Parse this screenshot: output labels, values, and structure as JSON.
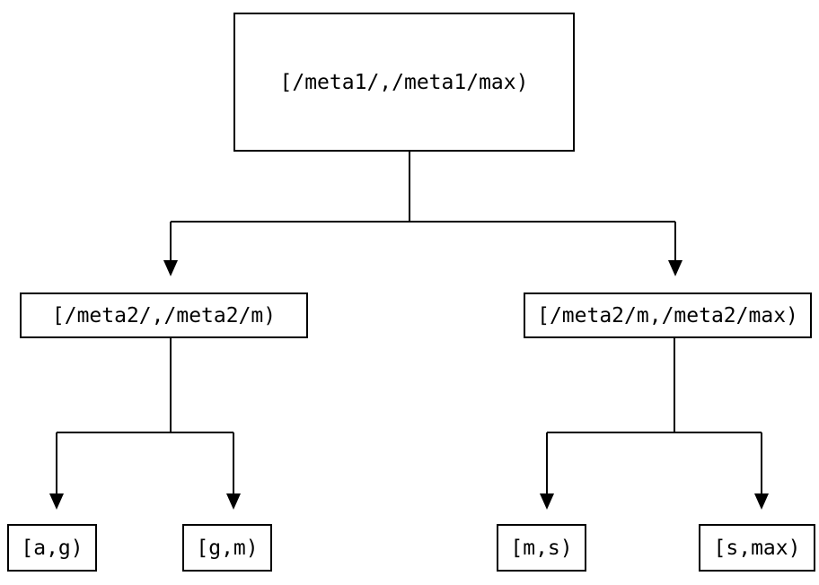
{
  "diagram": {
    "type": "tree",
    "colors": {
      "line": "#000000",
      "text": "#000000",
      "background": "#ffffff"
    },
    "nodes": {
      "root": {
        "label": "[/meta1/,/meta1/max)"
      },
      "level2_left": {
        "label": "[/meta2/,/meta2/m)"
      },
      "level2_right": {
        "label": "[/meta2/m,/meta2/max)"
      },
      "leaf_a_g": {
        "label": "[a,g)"
      },
      "leaf_g_m": {
        "label": "[g,m)"
      },
      "leaf_m_s": {
        "label": "[m,s)"
      },
      "leaf_s_max": {
        "label": "[s,max)"
      }
    },
    "edges": [
      {
        "from": "root",
        "to": "level2_left"
      },
      {
        "from": "root",
        "to": "level2_right"
      },
      {
        "from": "level2_left",
        "to": "leaf_a_g"
      },
      {
        "from": "level2_left",
        "to": "leaf_g_m"
      },
      {
        "from": "level2_right",
        "to": "leaf_m_s"
      },
      {
        "from": "level2_right",
        "to": "leaf_s_max"
      }
    ]
  }
}
